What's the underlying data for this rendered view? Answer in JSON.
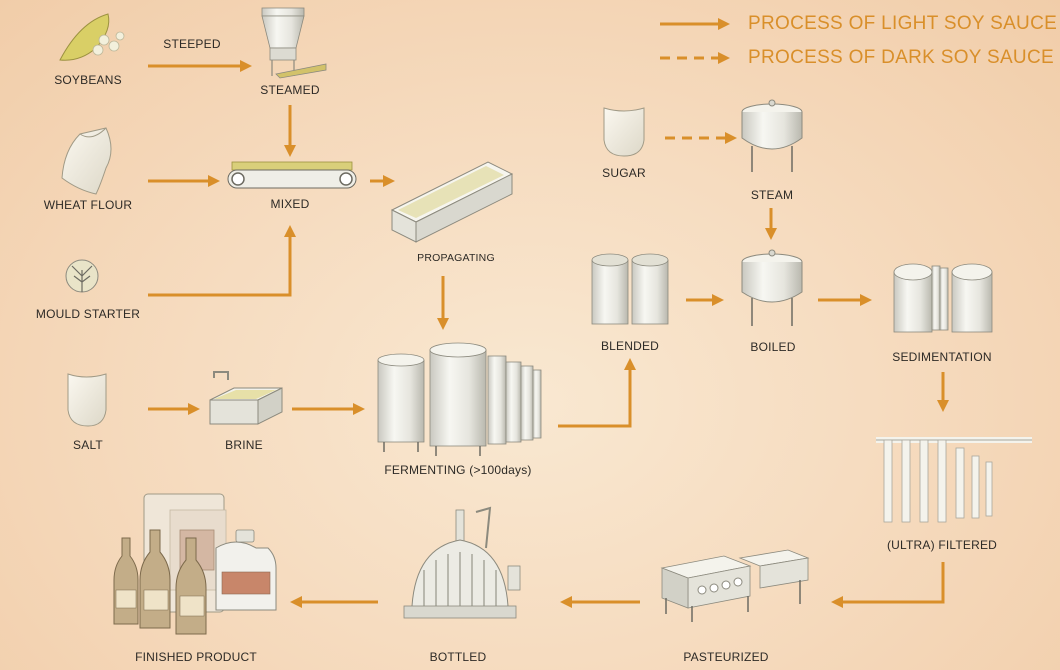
{
  "legend": {
    "light": "PROCESS OF LIGHT SOY SAUCE",
    "dark": "PROCESS OF DARK SOY SAUCE"
  },
  "steps": {
    "soybeans": "SOYBEANS",
    "steeped": "STEEPED",
    "steamed": "STEAMED",
    "wheat_flour": "WHEAT FLOUR",
    "mixed": "MIXED",
    "propagating": "PROPAGATING",
    "mould_starter": "MOULD STARTER",
    "salt": "SALT",
    "brine": "BRINE",
    "fermenting": "FERMENTING  (>100days)",
    "sugar": "SUGAR",
    "steam": "STEAM",
    "blended": "BLENDED",
    "boiled": "BOILED",
    "sedimentation": "SEDIMENTATION",
    "filtered": "(ULTRA) FILTERED",
    "pasteurized": "PASTEURIZED",
    "bottled": "BOTTLED",
    "finished_product": "FINISHED PRODUCT"
  },
  "colors": {
    "arrow": "#d98f2a",
    "equipment": "#ecebe4",
    "equipment_outline": "#8c8a7e",
    "background": "#f6dcc0"
  },
  "icons": [
    "soybean-pod-icon",
    "flour-sack-icon",
    "mould-spore-icon",
    "salt-bag-icon",
    "sugar-bag-icon",
    "steamer-icon",
    "conveyor-icon",
    "tray-icon",
    "brine-tank-icon",
    "fermenting-tanks-icon",
    "blend-tanks-icon",
    "steam-kettle-icon",
    "boil-kettle-icon",
    "sedimentation-tanks-icon",
    "filter-rack-icon",
    "pasteurizer-icon",
    "bottling-machine-icon",
    "product-bottles-icon"
  ]
}
